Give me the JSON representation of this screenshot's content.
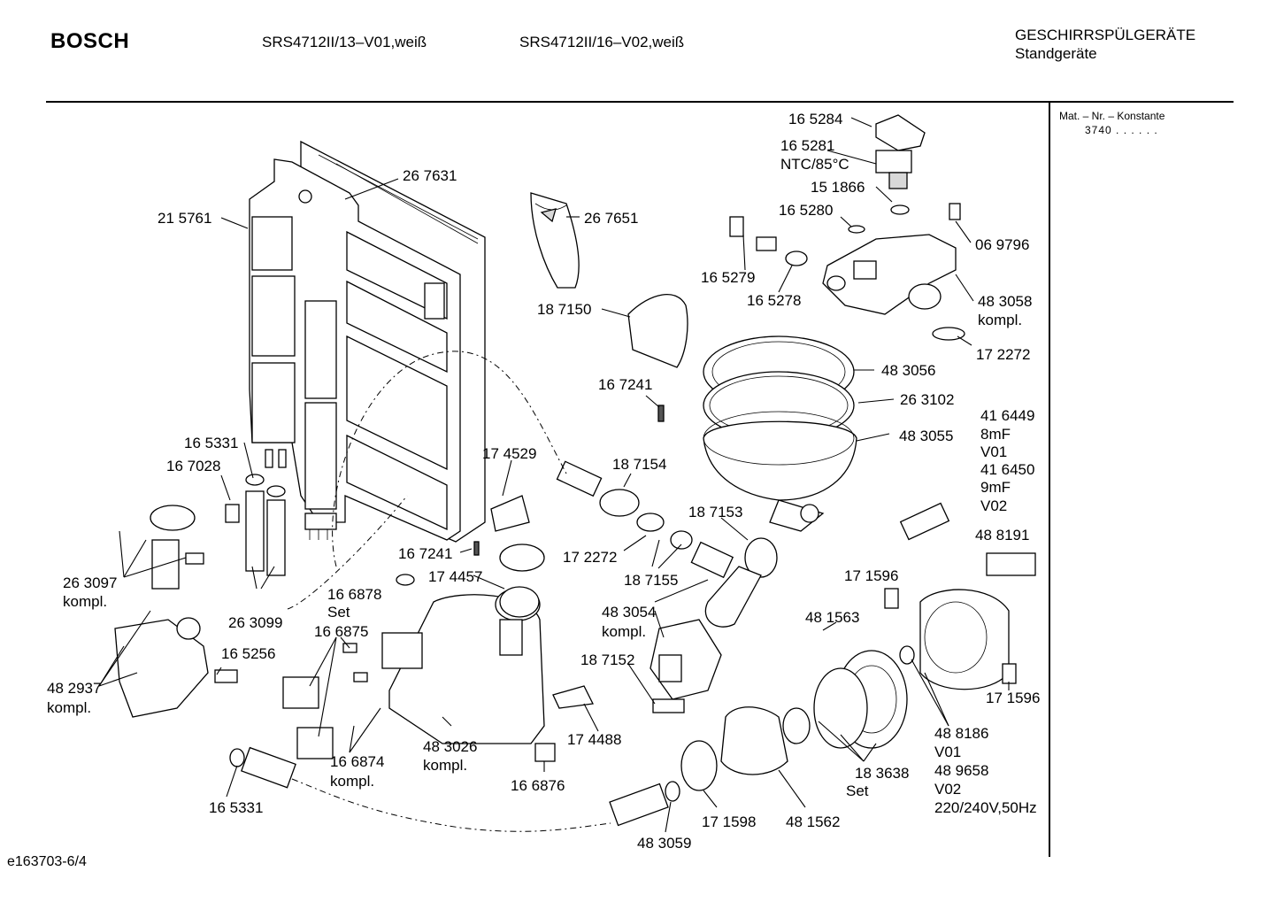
{
  "header": {
    "brand": "BOSCH",
    "model_1": "SRS4712II/13–V01,weiß",
    "model_2": "SRS4712II/16–V02,weiß",
    "category": "GESCHIRRSPÜLGERÄTE",
    "subcategory": "Standgeräte"
  },
  "sidebar": {
    "title": "Mat. – Nr. – Konstante",
    "value": "3740  .  .  .  .  .  ."
  },
  "footer": {
    "code": "e163703-6/4"
  },
  "labels": {
    "p165284": "16 5284",
    "p165281": "16 5281",
    "ntc": "NTC/85°C",
    "p151866": "15 1866",
    "p165280": "16 5280",
    "p069796": "06 9796",
    "p165279": "16 5279",
    "p165278": "16 5278",
    "p483058": "48 3058",
    "kompl_483058": "kompl.",
    "p172272a": "17 2272",
    "p267631": "26 7631",
    "p215761": "21 5761",
    "p267651": "26 7651",
    "p187150": "18 7150",
    "p483056": "48 3056",
    "p263102": "26 3102",
    "p167241a": "16 7241",
    "p416449": "41 6449",
    "v8mf": "8mF",
    "v01a": "V01",
    "p416450": "41 6450",
    "v9mf": "9mF",
    "v02a": "V02",
    "p483055": "48 3055",
    "p165331a": "16 5331",
    "p167028": "16 7028",
    "p174529": "17 4529",
    "p187154": "18 7154",
    "p187153": "18 7153",
    "p488191": "48 8191",
    "p172272b": "17 2272",
    "p167241b": "16 7241",
    "p174457": "17 4457",
    "p187155": "18 7155",
    "p171596a": "17 1596",
    "p263097": "26 3097",
    "kompl_263097": "kompl.",
    "p166878": "16 6878",
    "set_166878": "Set",
    "p483054": "48 3054",
    "kompl_483054": "kompl.",
    "p481563": "48 1563",
    "p263099": "26 3099",
    "p166875": "16 6875",
    "p187152": "18 7152",
    "p165256": "16 5256",
    "p482937": "48 2937",
    "kompl_482937": "kompl.",
    "p171596b": "17 1596",
    "p174488": "17 4488",
    "p483026": "48 3026",
    "kompl_483026": "kompl.",
    "p488186": "48 8186",
    "v01b": "V01",
    "p489658": "48 9658",
    "v02b": "V02",
    "voltage": "220/240V,50Hz",
    "p166874": "16 6874",
    "kompl_166874": "kompl.",
    "p166876": "16 6876",
    "p183638": "18 3638",
    "set_183638": "Set",
    "p165331b": "16 5331",
    "p171598": "17 1598",
    "p481562": "48 1562",
    "p483059": "48 3059"
  }
}
